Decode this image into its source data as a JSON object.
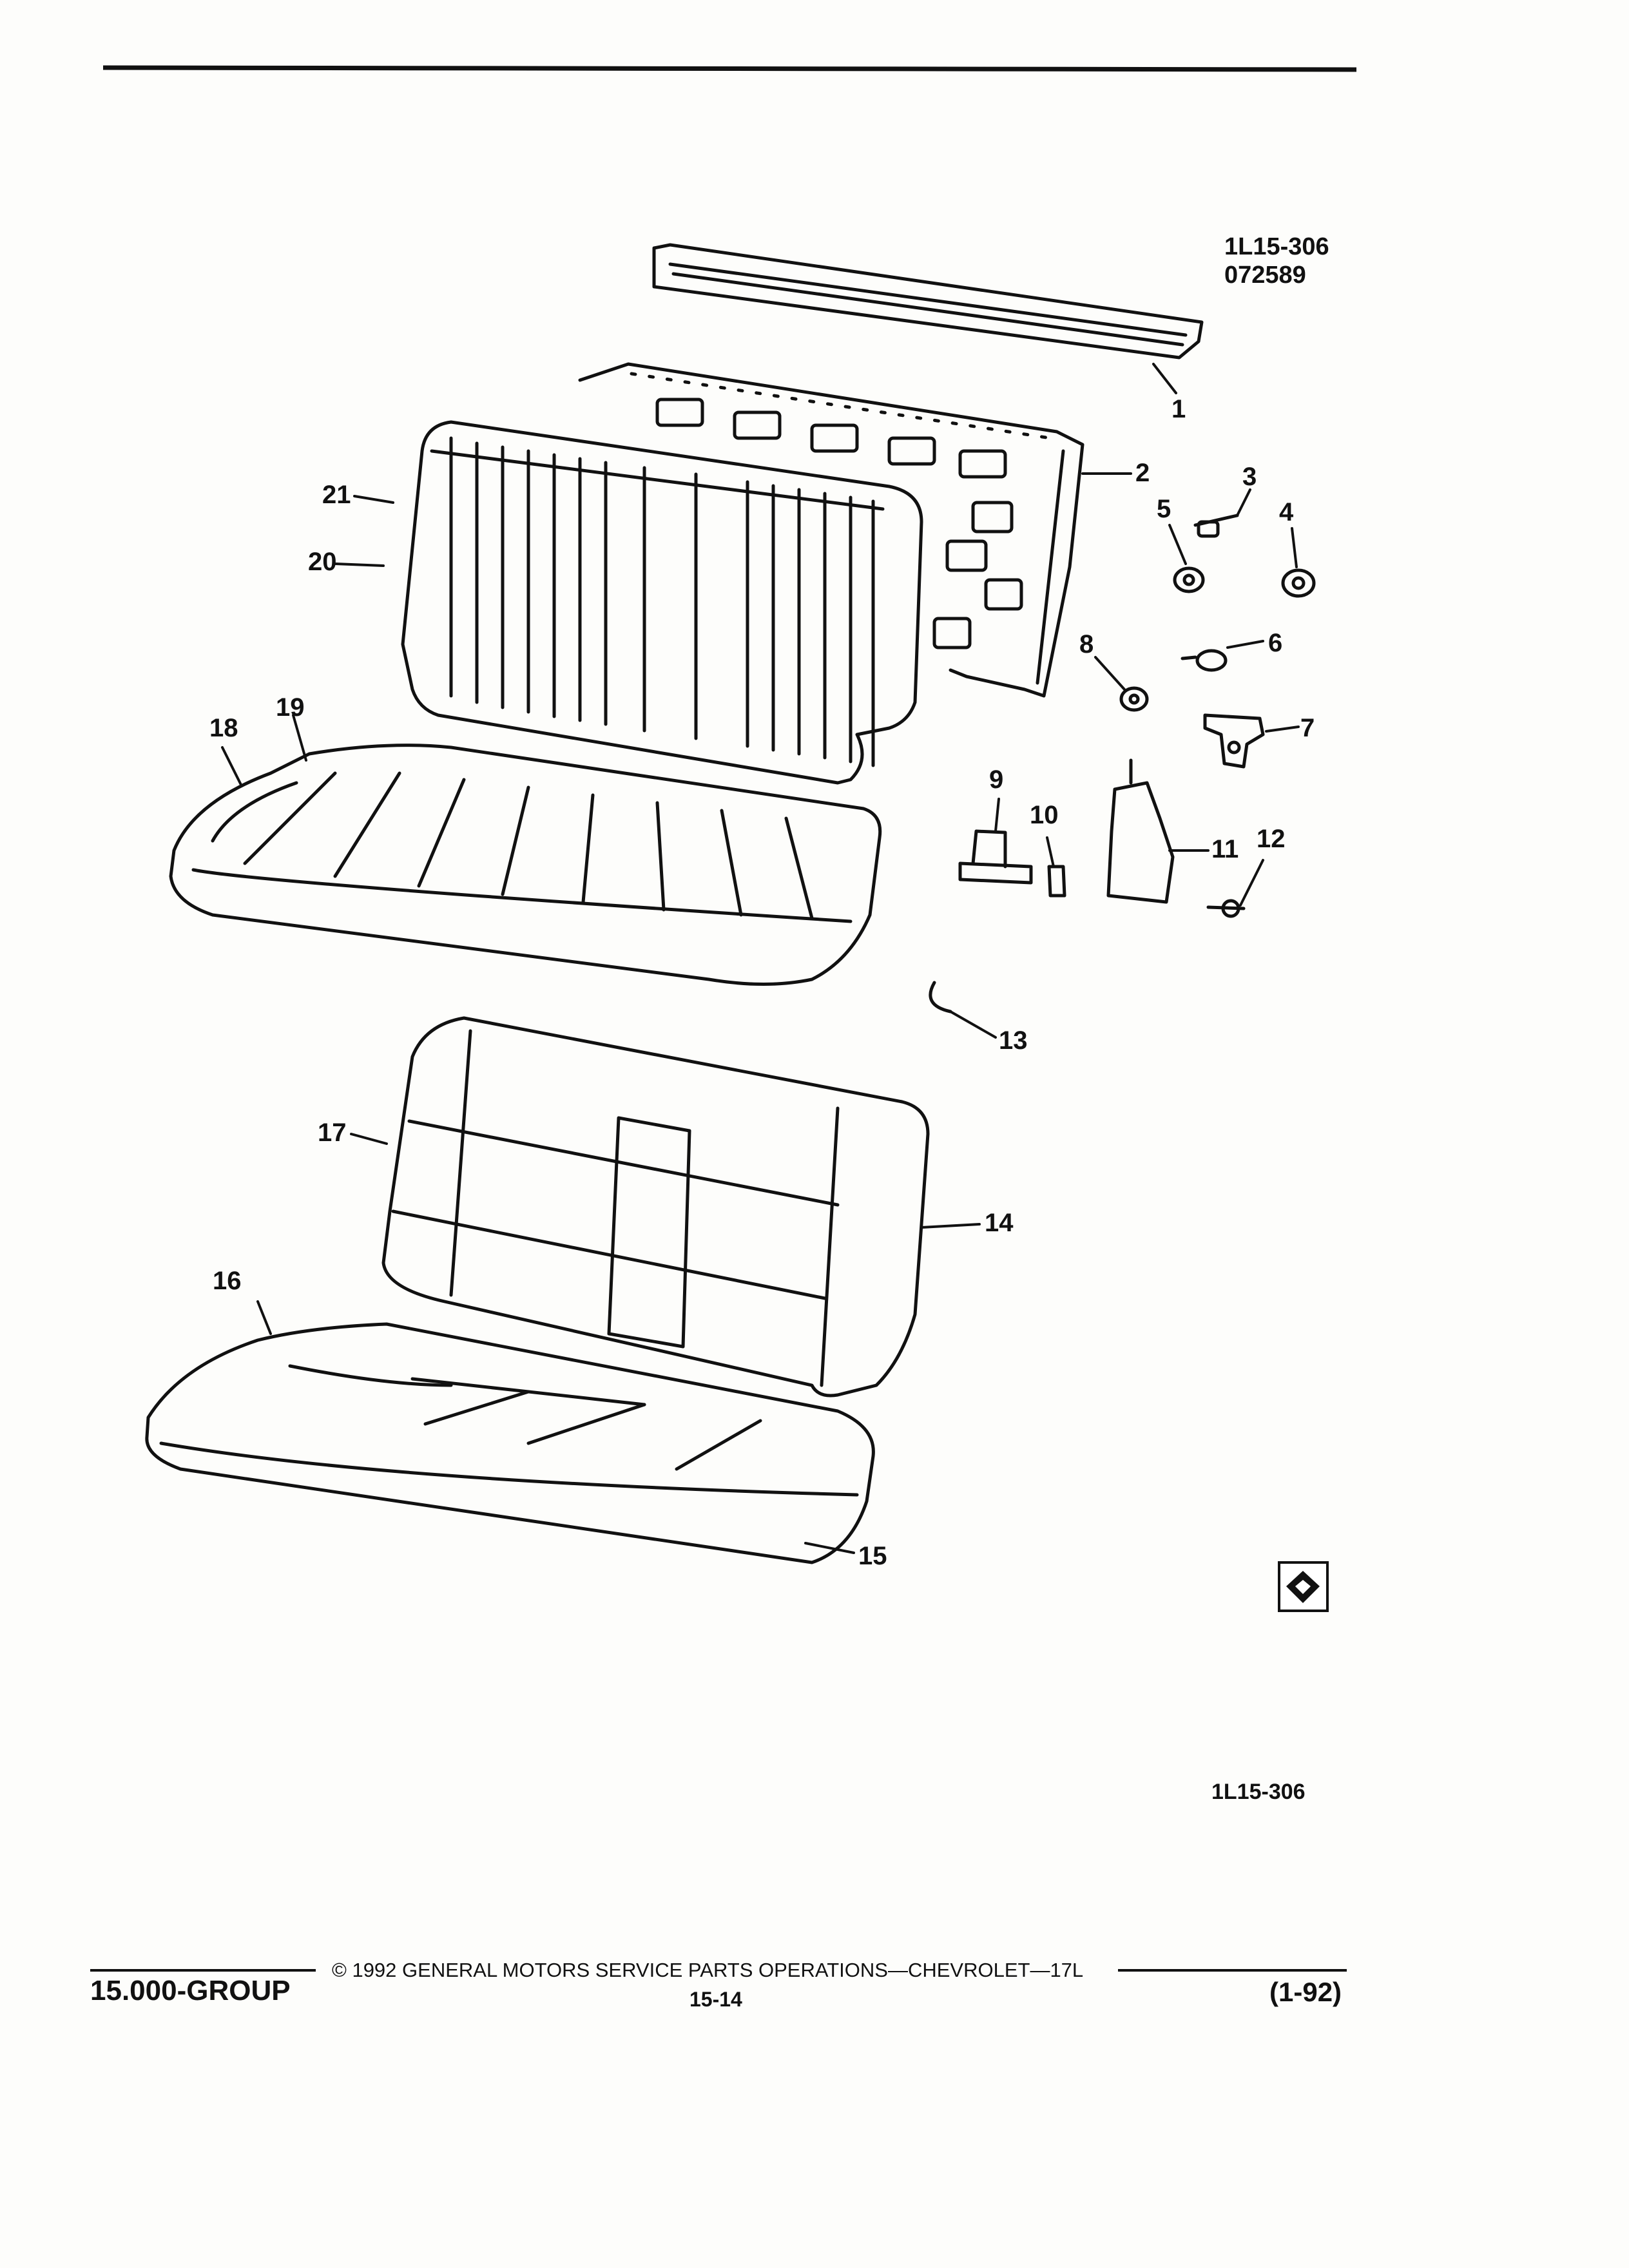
{
  "header": {
    "code_line1": "1L15-306",
    "code_line2": "072589"
  },
  "diagram": {
    "bottom_code": "1L15-306",
    "callouts": [
      "1",
      "2",
      "3",
      "4",
      "5",
      "6",
      "7",
      "8",
      "9",
      "10",
      "11",
      "12",
      "13",
      "14",
      "15",
      "16",
      "17",
      "18",
      "19",
      "20",
      "21"
    ],
    "icon": "nut-bolt-symbol-icon"
  },
  "footer": {
    "group": "15.000-GROUP",
    "copyright": "© 1992 GENERAL MOTORS SERVICE PARTS OPERATIONS—CHEVROLET—17L",
    "page": "15-14",
    "revision": "(1-92)"
  },
  "colors": {
    "ink": "#111111",
    "paper": "#fdfdfb"
  }
}
